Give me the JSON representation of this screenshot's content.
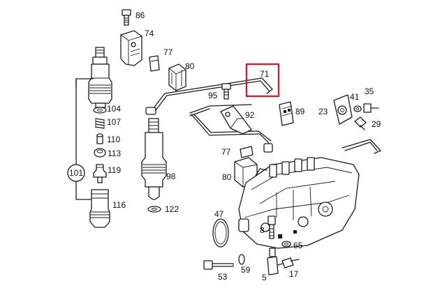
{
  "callouts": [
    {
      "id": "c86",
      "text": "86"
    },
    {
      "id": "c74",
      "text": "74"
    },
    {
      "id": "c77a",
      "text": "77"
    },
    {
      "id": "c80a",
      "text": "80"
    },
    {
      "id": "c71",
      "text": "71"
    },
    {
      "id": "c95",
      "text": "95"
    },
    {
      "id": "c41",
      "text": "41"
    },
    {
      "id": "c35",
      "text": "35"
    },
    {
      "id": "c23",
      "text": "23"
    },
    {
      "id": "c89",
      "text": "89"
    },
    {
      "id": "c92",
      "text": "92"
    },
    {
      "id": "c29",
      "text": "29"
    },
    {
      "id": "c104",
      "text": "104"
    },
    {
      "id": "c107",
      "text": "107"
    },
    {
      "id": "c110",
      "text": "110"
    },
    {
      "id": "c113",
      "text": "113"
    },
    {
      "id": "c101",
      "text": "101"
    },
    {
      "id": "c119",
      "text": "119"
    },
    {
      "id": "c116",
      "text": "116"
    },
    {
      "id": "c98",
      "text": "98"
    },
    {
      "id": "c122",
      "text": "122"
    },
    {
      "id": "c77b",
      "text": "77"
    },
    {
      "id": "c80b",
      "text": "80"
    },
    {
      "id": "c47",
      "text": "47"
    },
    {
      "id": "c8",
      "text": "8"
    },
    {
      "id": "c65",
      "text": "65"
    },
    {
      "id": "c53",
      "text": "53"
    },
    {
      "id": "c59",
      "text": "59"
    },
    {
      "id": "c5",
      "text": "5"
    },
    {
      "id": "c17",
      "text": "17"
    }
  ],
  "highlight": {
    "target": "71",
    "color": "#cc1f2d"
  },
  "colors": {
    "line": "#1a1a1a",
    "background": "#ffffff"
  }
}
